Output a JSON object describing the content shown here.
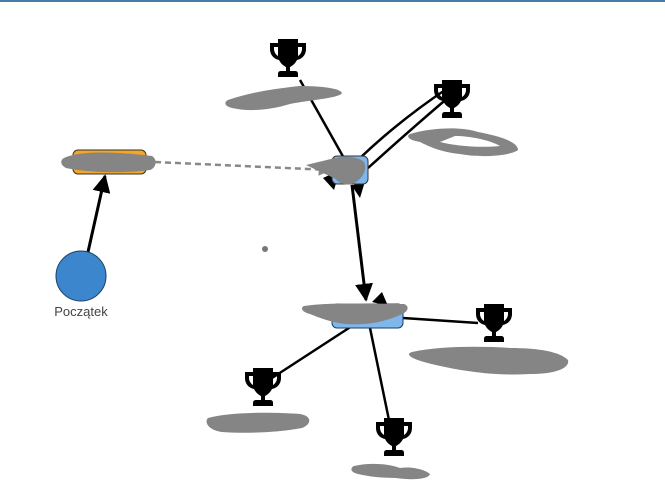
{
  "diagram": {
    "colors": {
      "start_node": "#3b86cc",
      "orange_node": "#f5a623",
      "blue_node": "#7fb6ec",
      "edge": "#000000",
      "dashed_edge": "#888888",
      "redaction": "#858585",
      "trophy": "#000000",
      "topbar": "#4a7aa8"
    },
    "nodes": {
      "start": {
        "label": "Początek",
        "shape": "circle"
      },
      "orange": {
        "label": "[redacted]",
        "shape": "rounded-rect"
      },
      "hub_top": {
        "label": "[redacted]",
        "shape": "rounded-rect"
      },
      "hub_bottom": {
        "label": "[redacted]",
        "shape": "rounded-rect"
      },
      "trophies": [
        {
          "id": "trophy-top",
          "label": "[redacted]",
          "icon": "trophy-icon"
        },
        {
          "id": "trophy-top-right",
          "label": "[redacted]",
          "icon": "trophy-icon"
        },
        {
          "id": "trophy-right",
          "label": "[redacted]",
          "icon": "trophy-icon"
        },
        {
          "id": "trophy-bottom-left",
          "label": "[redacted]",
          "icon": "trophy-icon"
        },
        {
          "id": "trophy-bottom",
          "label": "[redacted]",
          "icon": "trophy-icon"
        }
      ]
    },
    "edges": [
      {
        "from": "start",
        "to": "orange",
        "style": "solid",
        "arrow": true
      },
      {
        "from": "orange",
        "to": "hub_top",
        "style": "dashed",
        "arrow": true
      },
      {
        "from": "hub_top",
        "to": "trophy-top",
        "style": "solid",
        "arrow": false
      },
      {
        "from": "hub_top",
        "to": "trophy-top-right",
        "style": "solid",
        "arrow": false,
        "double": true
      },
      {
        "from": "hub_top",
        "to": "hub_bottom",
        "style": "solid",
        "arrow": true
      },
      {
        "from": "hub_bottom",
        "to": "trophy-right",
        "style": "solid",
        "arrow": false
      },
      {
        "from": "hub_bottom",
        "to": "trophy-bottom-left",
        "style": "solid",
        "arrow": false
      },
      {
        "from": "hub_bottom",
        "to": "trophy-bottom",
        "style": "solid",
        "arrow": false
      }
    ]
  }
}
